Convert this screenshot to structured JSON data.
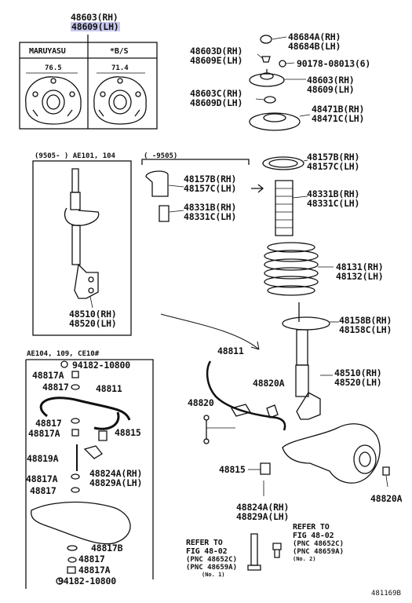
{
  "top_part": {
    "rh": "48603(RH)",
    "lh": "48609(LH)"
  },
  "inset": {
    "col_left": "MARUYASU",
    "col_right": "*B/S",
    "dim_left": "76.5",
    "dim_right": "71.4"
  },
  "labels": {
    "p48684": [
      "48684A(RH)",
      "48684B(LH)"
    ],
    "p48603d": [
      "48603D(RH)",
      "48609E(LH)"
    ],
    "p90178": "90178-08013(6)",
    "p48603": [
      "48603(RH)",
      "48609(LH)"
    ],
    "p48603c": [
      "48603C(RH)",
      "48609D(LH)"
    ],
    "p48471": [
      "48471B(RH)",
      "48471C(LH)"
    ],
    "p48157_right": [
      "48157B(RH)",
      "48157C(LH)"
    ],
    "p48157_mid": [
      "48157B(RH)",
      "48157C(LH)"
    ],
    "p48331_right": [
      "48331B(RH)",
      "48331C(LH)"
    ],
    "p48331_mid": [
      "48331B(RH)",
      "48331C(LH)"
    ],
    "p48131": [
      "48131(RH)",
      "48132(LH)"
    ],
    "p48158": [
      "48158B(RH)",
      "48158C(LH)"
    ],
    "p48510_right": [
      "48510(RH)",
      "48520(LH)"
    ],
    "p48510_box": [
      "48510(RH)",
      "48520(LH)"
    ],
    "p48811_main": "48811",
    "p48820a_top": "48820A",
    "p48820": "48820",
    "p48815_main": "48815",
    "p48824_main": [
      "48824A(RH)",
      "48829A(LH)"
    ],
    "p48820a_bottom": "48820A"
  },
  "box_ae101": {
    "title": "(9505-     ) AE101, 104"
  },
  "box_mid": {
    "title": "(     -9505)"
  },
  "box_ae104": {
    "title": "AE104, 109, CE10#",
    "top_bolt": "94182-10800",
    "p48817a_1": "48817A",
    "p48817_1": "48817",
    "p48811": "48811",
    "p48817_2": "48817",
    "p48817a_2": "48817A",
    "p48815": "48815",
    "p48819a": "48819A",
    "p48824": [
      "48824A(RH)",
      "48829A(LH)"
    ],
    "p48817a_3": "48817A",
    "p48817_3": "48817",
    "p48817b": "48817B",
    "p48817_4": "48817",
    "p48817a_4": "48817A",
    "bottom_bolt": "94182-10800"
  },
  "refer1": {
    "lines": [
      "REFER TO",
      "FIG 48-02",
      "(PNC 48652C)",
      "(PNC 48659A)"
    ],
    "note": "(No. 1)"
  },
  "refer2": {
    "lines": [
      "REFER TO",
      "FIG 48-02",
      "(PNC 48652C)",
      "(PNC 48659A)"
    ],
    "note": "(No. 2)"
  },
  "figure_id": "481169B"
}
